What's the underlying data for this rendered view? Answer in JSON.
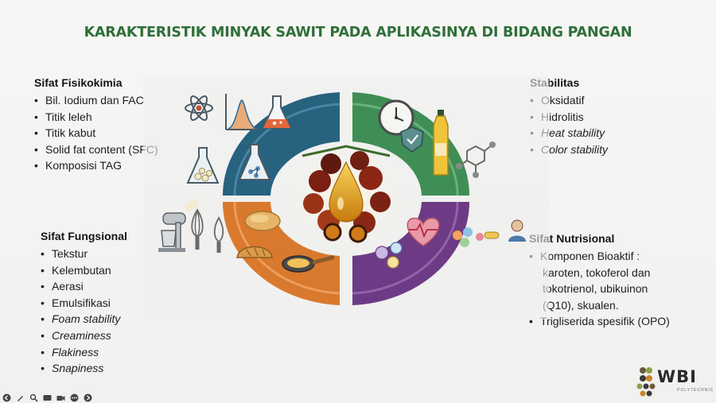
{
  "title": "KARAKTERISTIK MINYAK SAWIT PADA APLIKASINYA DI BIDANG PANGAN",
  "colors": {
    "title_green": "#2f6f3a",
    "quadrant_blue": "#27627f",
    "quadrant_green": "#3f8e55",
    "quadrant_orange": "#d9792e",
    "quadrant_purple": "#6d3b85",
    "oil_gold": "#e6a21c"
  },
  "panels": {
    "fisikokimia": {
      "heading": "Sifat Fisikokimia",
      "items": [
        "Bil. Iodium dan FAC",
        "Titik leleh",
        "Titik kabut",
        "Solid fat content (SFC)",
        "Komposisi TAG"
      ]
    },
    "stabilitas": {
      "heading": "Stabilitas",
      "items": [
        "Oksidatif",
        "Hidrolitis",
        "Heat stability",
        "Color stability"
      ]
    },
    "fungsional": {
      "heading": "Sifat Fungsional",
      "items": [
        "Tekstur",
        "Kelembutan",
        "Aerasi",
        "Emulsifikasi",
        "Foam stability",
        "Creaminess",
        "Flakiness",
        "Snapiness"
      ]
    },
    "nutrisional": {
      "heading": "Sifat Nutrisional",
      "item1_lines": [
        "Komponen Bioaktif :",
        "karoten, tokoferol dan",
        "tokotrienol, ubikuinon",
        "(Q10), skualen."
      ],
      "item2": "Trigliserida spesifik (OPO)"
    }
  },
  "logo": {
    "text": "WBI",
    "sub": "POLYTECHNIC"
  },
  "icons": [
    "atom-icon",
    "chart-peak-icon",
    "flask-icon",
    "clock-icon",
    "shield-icon",
    "oil-bottle-icon",
    "molecule-icon",
    "mixer-icon",
    "bread-icon",
    "pan-icon",
    "heart-pulse-icon",
    "vitamin-capsule-icon",
    "palm-fruit-icon",
    "oil-drop-icon"
  ]
}
